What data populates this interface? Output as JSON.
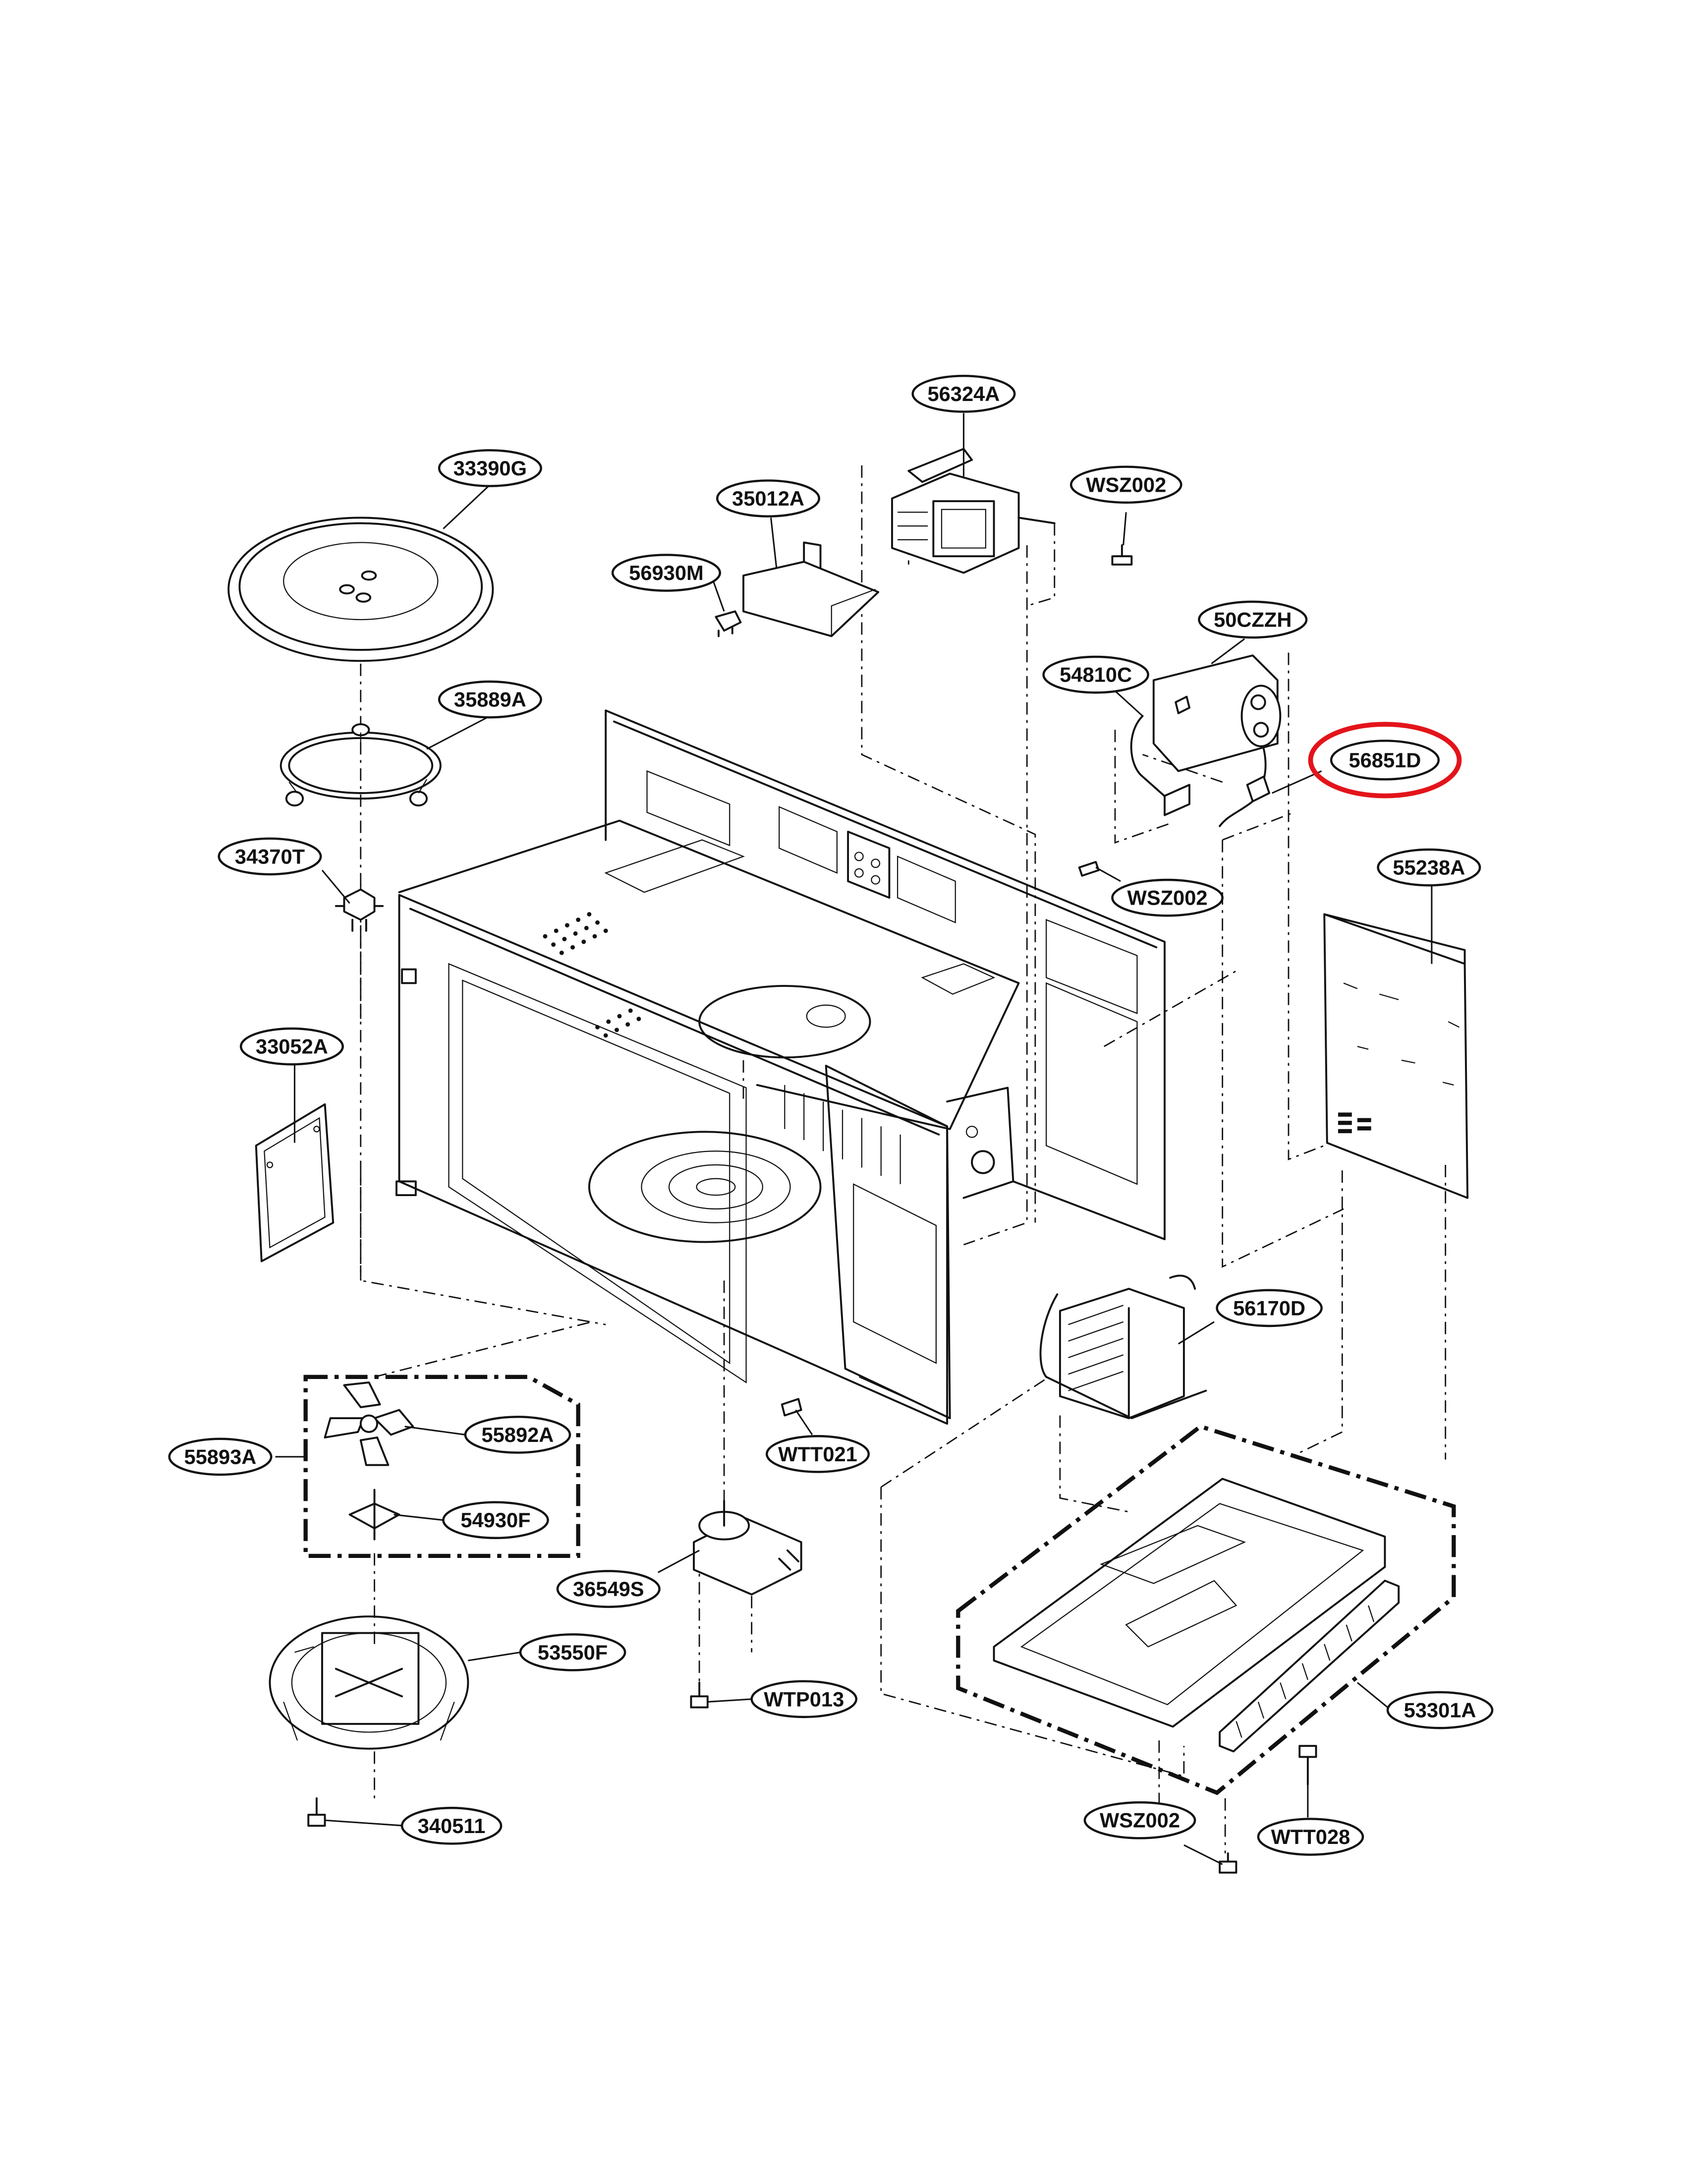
{
  "diagram": {
    "highlight_color": "#e3141b",
    "highlighted_part": "56851D",
    "callouts": [
      {
        "id": "56324A",
        "label": "56324A"
      },
      {
        "id": "33390G",
        "label": "33390G"
      },
      {
        "id": "35012A",
        "label": "35012A"
      },
      {
        "id": "WSZ002-a",
        "label": "WSZ002"
      },
      {
        "id": "56930M",
        "label": "56930M"
      },
      {
        "id": "50CZZH",
        "label": "50CZZH"
      },
      {
        "id": "54810C",
        "label": "54810C"
      },
      {
        "id": "35889A",
        "label": "35889A"
      },
      {
        "id": "56851D",
        "label": "56851D"
      },
      {
        "id": "34370T",
        "label": "34370T"
      },
      {
        "id": "55238A",
        "label": "55238A"
      },
      {
        "id": "WSZ002-b",
        "label": "WSZ002"
      },
      {
        "id": "33052A",
        "label": "33052A"
      },
      {
        "id": "56170D",
        "label": "56170D"
      },
      {
        "id": "55892A",
        "label": "55892A"
      },
      {
        "id": "55893A",
        "label": "55893A"
      },
      {
        "id": "WTT021",
        "label": "WTT021"
      },
      {
        "id": "54930F",
        "label": "54930F"
      },
      {
        "id": "36549S",
        "label": "36549S"
      },
      {
        "id": "53550F",
        "label": "53550F"
      },
      {
        "id": "WTP013",
        "label": "WTP013"
      },
      {
        "id": "53301A",
        "label": "53301A"
      },
      {
        "id": "340511",
        "label": "340511"
      },
      {
        "id": "WSZ002-c",
        "label": "WSZ002"
      },
      {
        "id": "WTT028",
        "label": "WTT028"
      }
    ]
  }
}
